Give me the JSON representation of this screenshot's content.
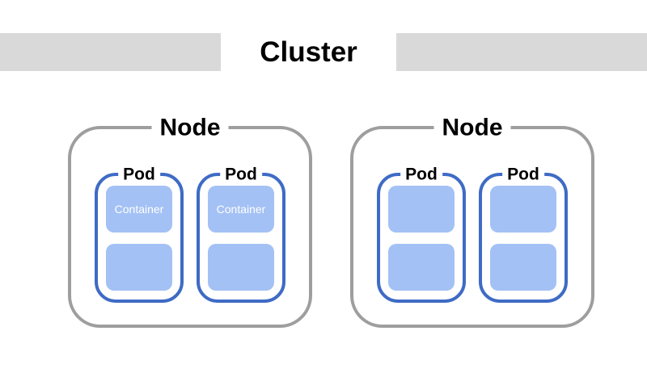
{
  "cluster": {
    "title": "Cluster"
  },
  "nodes": [
    {
      "label": "Node",
      "pods": [
        {
          "label": "Pod",
          "containers": [
            {
              "label": "Container"
            },
            {
              "label": ""
            }
          ]
        },
        {
          "label": "Pod",
          "containers": [
            {
              "label": "Container"
            },
            {
              "label": ""
            }
          ]
        }
      ]
    },
    {
      "label": "Node",
      "pods": [
        {
          "label": "Pod",
          "containers": [
            {
              "label": ""
            },
            {
              "label": ""
            }
          ]
        },
        {
          "label": "Pod",
          "containers": [
            {
              "label": ""
            },
            {
              "label": ""
            }
          ]
        }
      ]
    }
  ],
  "colors": {
    "background": "#ffffff",
    "header_bar": "#d9d9d9",
    "node_border": "#9e9e9e",
    "pod_border": "#3e6bc5",
    "container_fill": "#a3c1f5",
    "container_text": "#ffffff",
    "label_text": "#000000"
  }
}
